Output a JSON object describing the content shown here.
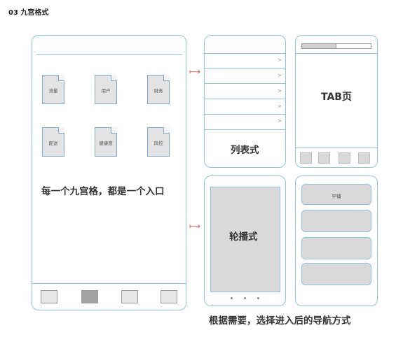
{
  "header": {
    "title": "03 九宫格式"
  },
  "grid_screen": {
    "items": [
      {
        "label": "流量",
        "icon": "document-icon"
      },
      {
        "label": "用户",
        "icon": "document-icon"
      },
      {
        "label": "财务",
        "icon": "document-icon"
      },
      {
        "label": "配送",
        "icon": "document-icon"
      },
      {
        "label": "健康度",
        "icon": "document-icon"
      },
      {
        "label": "风控",
        "icon": "document-icon"
      }
    ],
    "caption": "每一个九宫格，都是一个入口",
    "bottom_tabs": 4,
    "active_tab_index": 1
  },
  "list_screen": {
    "rows": 5,
    "chevron": ">",
    "caption": "列表式"
  },
  "tab_screen": {
    "caption": "TAB页",
    "progress": 0.5,
    "tab_count": 4
  },
  "carousel_screen": {
    "caption": "轮播式",
    "dots": [
      "•",
      "•",
      "•"
    ]
  },
  "tile_screen": {
    "first_tile_label": "平铺",
    "tile_count": 4
  },
  "footer": {
    "caption": "根据需要，选择进入后的导航方式"
  },
  "colors": {
    "frame": "#8cc4e8",
    "arrow": "#e0484a",
    "gray": "#d9d9d9"
  }
}
